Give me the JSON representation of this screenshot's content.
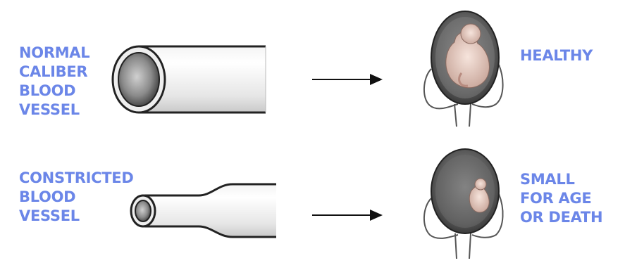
{
  "rows": [
    {
      "vessel_label": [
        "NORMAL",
        "CALIBER",
        "BLOOD",
        "VESSEL"
      ],
      "outcome_label": [
        "HEALTHY"
      ]
    },
    {
      "vessel_label": [
        "CONSTRICTED",
        "BLOOD",
        "VESSEL"
      ],
      "outcome_label": [
        "SMALL",
        "FOR AGE",
        "OR DEATH"
      ]
    }
  ],
  "colors": {
    "label_text": "#6b86e8",
    "line_art": "#2a2a2a"
  }
}
